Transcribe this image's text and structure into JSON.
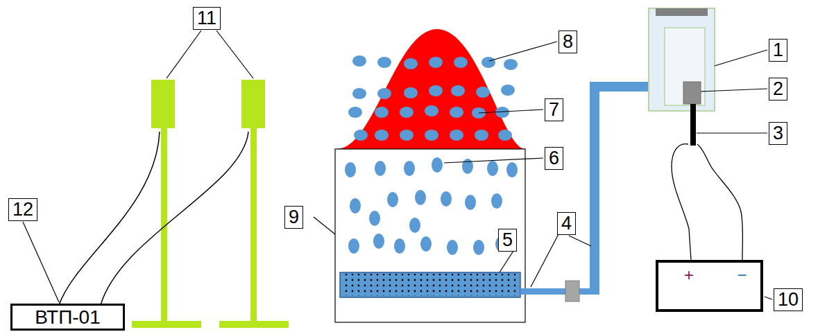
{
  "diagram": {
    "nodes": [
      {
        "text": [
          "ВТП-01"
        ]
      },
      {
        "text": [
          "+",
          "−"
        ]
      }
    ],
    "labels": [
      "1",
      "2",
      "3",
      "4",
      "5",
      "6",
      "7",
      "8",
      "9",
      "10",
      "11",
      "12"
    ]
  }
}
